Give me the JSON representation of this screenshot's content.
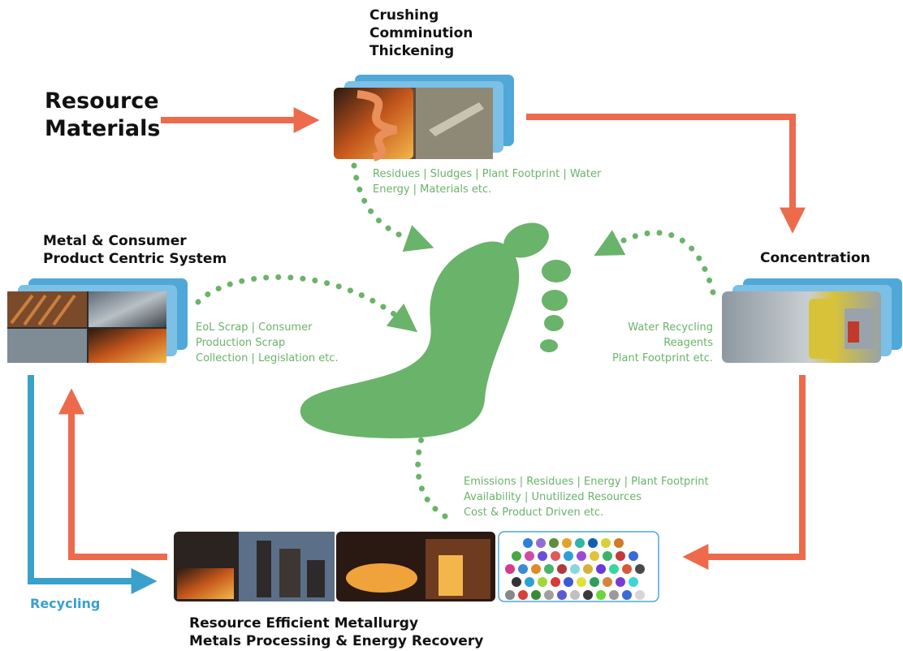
{
  "resource_title": [
    "Resource",
    "Materials"
  ],
  "crushing": [
    "Crushing",
    "Comminution",
    "Thickening"
  ],
  "crushing_notes": [
    "Residues | Sludges | Plant Footprint | Water",
    "Energy | Materials etc."
  ],
  "metal": [
    "Metal & Consumer",
    "Product Centric System"
  ],
  "metal_notes": [
    "EoL Scrap | Consumer",
    "Production Scrap",
    "Collection | Legislation etc."
  ],
  "concentration": "Concentration",
  "concentration_notes": [
    "Water Recycling",
    "Reagents",
    "Plant Footprint etc."
  ],
  "metallurgy_notes": [
    "Emissions | Residues | Energy | Plant Footprint",
    "Availability | Unutilized Resources",
    "Cost & Product Driven etc."
  ],
  "metallurgy": [
    "Resource Efficient Metallurgy",
    "Metals Processing & Energy Recovery"
  ],
  "recycling": "Recycling",
  "colors": {
    "red_arrow": "#ee6a4c",
    "blue_arrow": "#3aa0cc",
    "footprint": "#6ab36a",
    "card_blue": "#4fa8d8"
  }
}
